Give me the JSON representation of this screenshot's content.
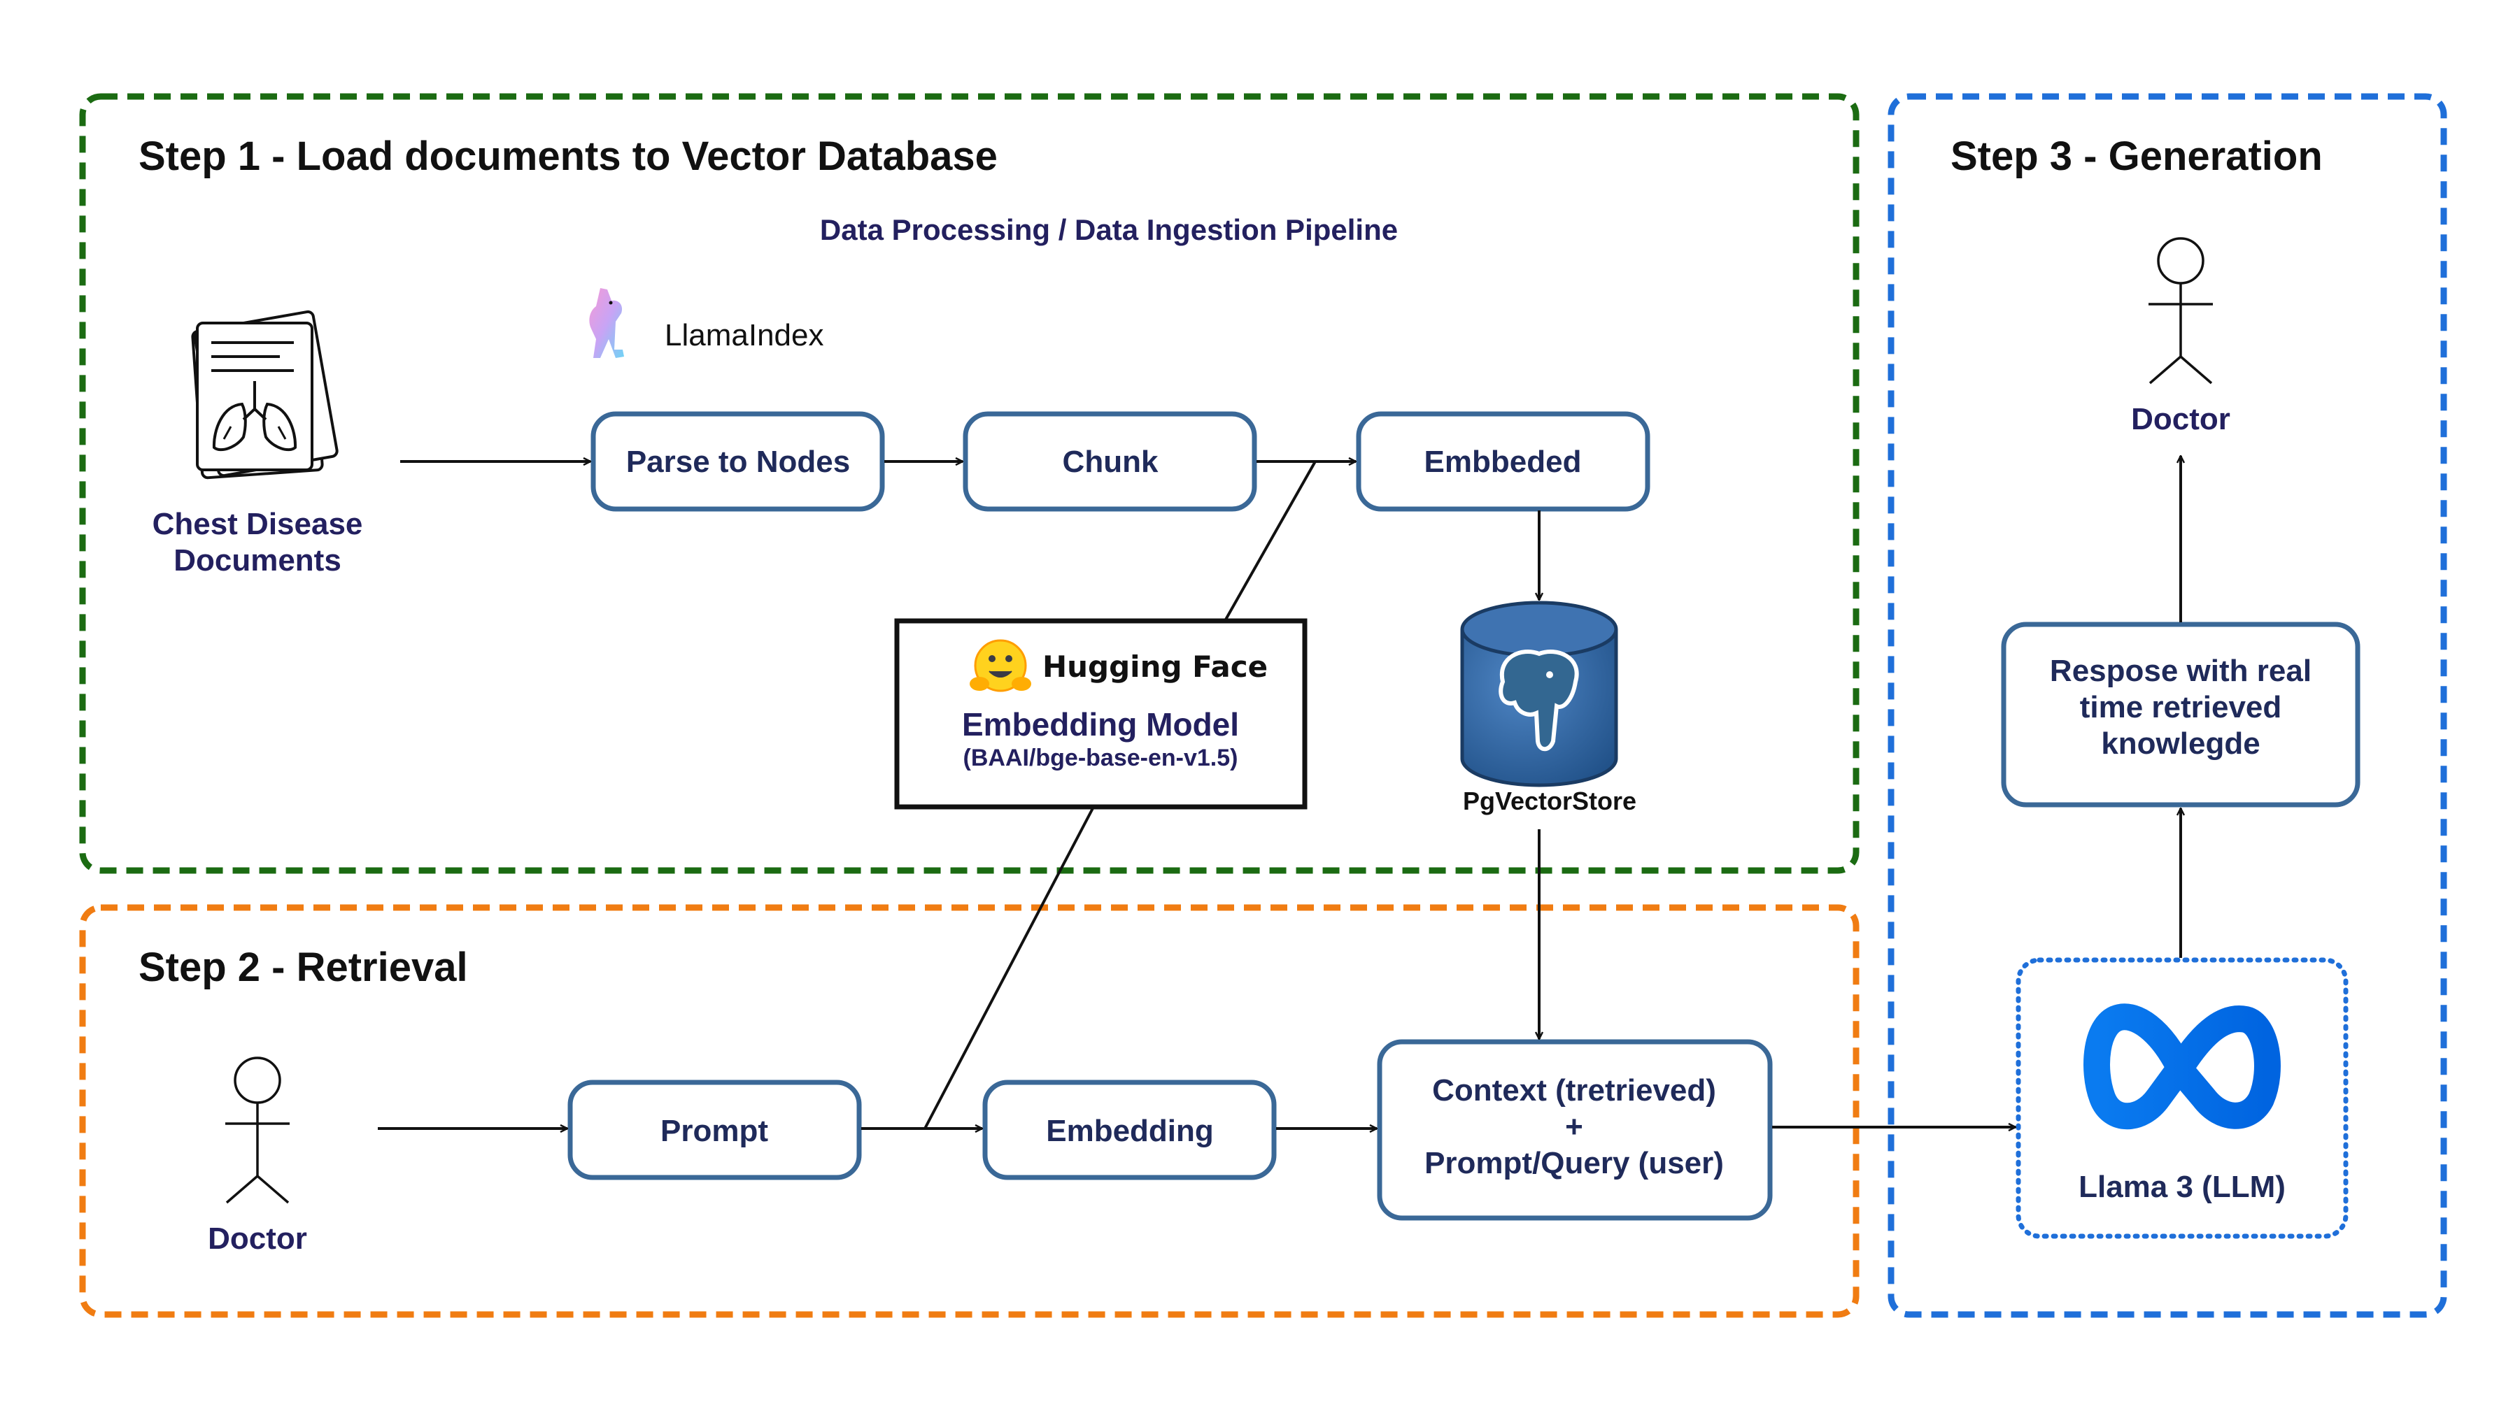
{
  "sections": {
    "step1": {
      "title": "Step 1 - Load documents to Vector Database",
      "subtitle": "Data Processing / Data Ingestion Pipeline",
      "border_color": "#1b6b12"
    },
    "step2": {
      "title": "Step 2 - Retrieval",
      "border_color": "#f07c12"
    },
    "step3": {
      "title": "Step 3 - Generation",
      "border_color": "#1f6fd9"
    }
  },
  "step1": {
    "documents_label_line1": "Chest Disease",
    "documents_label_line2": "Documents",
    "llamaindex_label": "LlamaIndex",
    "nodes": {
      "parse": "Parse to Nodes",
      "chunk": "Chunk",
      "embedded": "Embbeded"
    },
    "pgvector_label": "PgVectorStore"
  },
  "hugging_face": {
    "brand": "Hugging Face",
    "model": "Embedding Model",
    "model_id": "(BAAI/bge-base-en-v1.5)"
  },
  "step2": {
    "actor_label": "Doctor",
    "nodes": {
      "prompt": "Prompt",
      "embedding": "Embedding",
      "context_line1": "Context (tretrieved)",
      "context_line2": "+",
      "context_line3": "Prompt/Query (user)"
    }
  },
  "step3": {
    "actor_label": "Doctor",
    "response_line1": "Respose with real",
    "response_line2": "time retrieved",
    "response_line3": "knowlegde",
    "llm_label": "Llama 3 (LLM)"
  },
  "colors": {
    "node_border": "#3a6897",
    "text_navy": "#23205f",
    "meta_blue": "#0668e1",
    "postgres_blue": "#336791"
  },
  "icons": [
    "document-lungs-icon",
    "llama-logo-icon",
    "hugging-face-emoji-icon",
    "postgres-elephant-icon",
    "meta-logo-icon",
    "stick-figure-icon"
  ]
}
